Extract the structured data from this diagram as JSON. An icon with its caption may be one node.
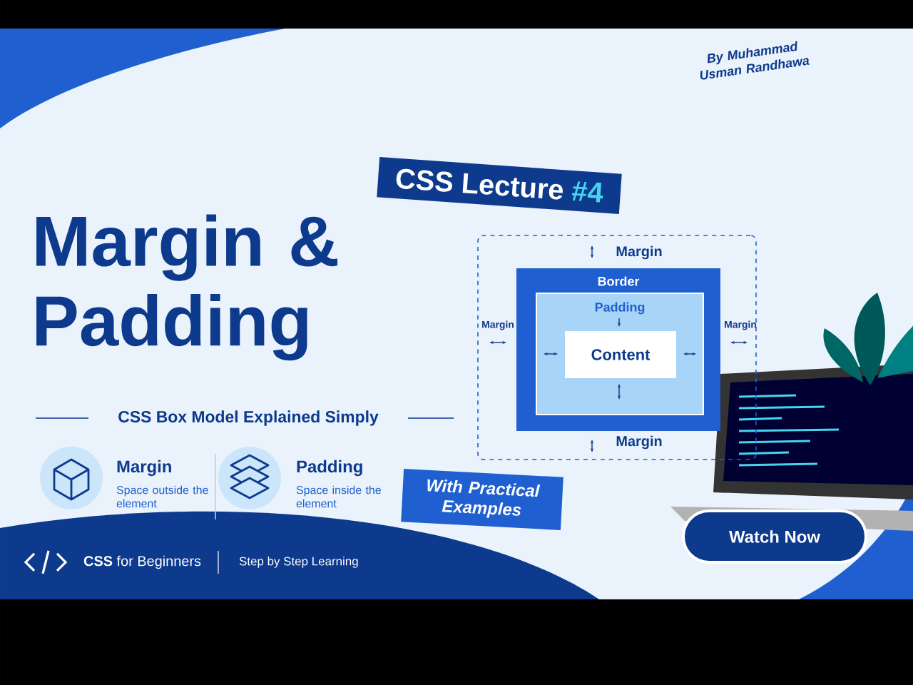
{
  "diagram": {
    "title": "Margin & Padding",
    "nodes": [
      {
        "text": [
          "CSS Lecture",
          "#4"
        ]
      },
      {
        "text": [
          "Margin",
          "Margin",
          "Margin",
          "Margin"
        ]
      },
      {
        "text": [
          "Border"
        ],
        "in": 1
      },
      {
        "text": [
          "Padding"
        ],
        "in": 2
      },
      {
        "text": [
          "Content"
        ],
        "in": 3
      },
      {
        "text": [
          "With Practical Examples"
        ]
      },
      {
        "text": [
          "Watch Now"
        ]
      }
    ],
    "labels": [
      "By Muhammad Usman Randhawa",
      "CSS Box Model Explained Simply",
      "Margin",
      "Space outside the element",
      "Padding",
      "Space inside the element",
      "**CSS** for Beginners",
      "Step by Step Learning"
    ]
  }
}
